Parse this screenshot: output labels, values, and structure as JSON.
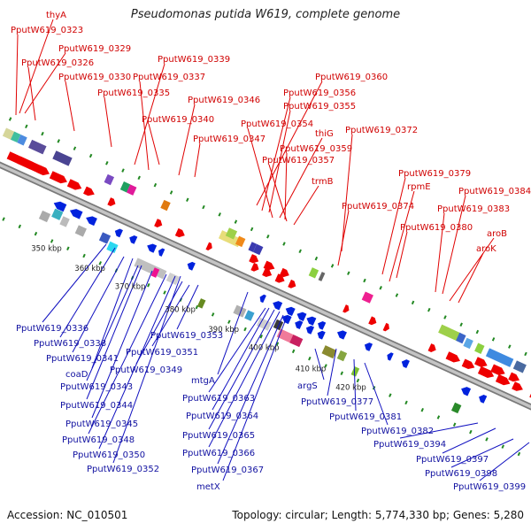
{
  "title": "Pseudomonas putida W619, complete genome",
  "accession": "Accession: NC_010501",
  "summary": "Topology: circular; Length: 5,774,330 bp; Genes: 5,280",
  "colors": {
    "forward_gene": "#ee0000",
    "reverse_gene": "#0022dd",
    "top_label": "#d00000",
    "bottom_label": "#1010a0",
    "backbone": "#9a9a9a",
    "tick_dots": "#228822"
  },
  "ticks": [
    "350 kbp",
    "360 kbp",
    "370 kbp",
    "380 kbp",
    "390 kbp",
    "400 kbp",
    "410 kbp",
    "420 kbp"
  ],
  "top_labels": [
    "thyA",
    "PputW619_0323",
    "PputW619_0329",
    "PputW619_0326",
    "PputW619_0330",
    "PputW619_0339",
    "PputW619_0337",
    "PputW619_0335",
    "PputW619_0346",
    "PputW619_0340",
    "PputW619_0347",
    "PputW619_0360",
    "PputW619_0356",
    "PputW619_0355",
    "PputW619_0354",
    "thiG",
    "PputW619_0359",
    "PputW619_0357",
    "trmB",
    "PputW619_0372",
    "PputW619_0374",
    "PputW619_0379",
    "rpmE",
    "PputW619_0384",
    "PputW619_0383",
    "PputW619_0380",
    "aroB",
    "aroK"
  ],
  "bottom_labels": [
    "PputW619_0336",
    "PputW619_0338",
    "PputW619_0341",
    "coaD",
    "PputW619_0343",
    "PputW619_0344",
    "PputW619_0345",
    "PputW619_0348",
    "PputW619_0350",
    "PputW619_0352",
    "PputW619_0353",
    "PputW619_0351",
    "PputW619_0349",
    "mtgA",
    "PputW619_0363",
    "PputW619_0364",
    "PputW619_0365",
    "PputW619_0366",
    "PputW619_0367",
    "metX",
    "argS",
    "PputW619_0377",
    "PputW619_0381",
    "PputW619_0382",
    "PputW619_0394",
    "PputW619_0397",
    "PputW619_0398",
    "PputW619_0399"
  ]
}
